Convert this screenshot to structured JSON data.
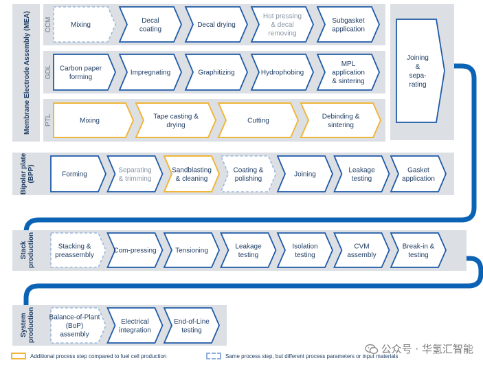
{
  "groups": {
    "mea": "Membrane Electrode Assembly (MEA)",
    "bpp": "Bipolar plate (BPP)",
    "stack": "Stack production",
    "system": "System production"
  },
  "rows": {
    "ccm": {
      "label": "CCM",
      "steps": [
        {
          "text": "Mixing",
          "style": "dashed"
        },
        {
          "text": "Decal coating",
          "style": "normal"
        },
        {
          "text": "Decal drying",
          "style": "normal"
        },
        {
          "text": "Hot pressing & decal removing",
          "style": "dim"
        },
        {
          "text": "Subgasket application",
          "style": "normal"
        }
      ]
    },
    "gdl": {
      "label": "GDL",
      "steps": [
        {
          "text": "Carbon paper forming",
          "style": "normal"
        },
        {
          "text": "Impregnating",
          "style": "normal"
        },
        {
          "text": "Graphitizing",
          "style": "normal"
        },
        {
          "text": "Hydrophobing",
          "style": "normal"
        },
        {
          "text": "MPL application & sintering",
          "style": "normal"
        }
      ]
    },
    "ptl": {
      "label": "PTL",
      "steps": [
        {
          "text": "Mixing",
          "style": "yellow"
        },
        {
          "text": "Tape casting & drying",
          "style": "yellow"
        },
        {
          "text": "Cutting",
          "style": "yellow"
        },
        {
          "text": "Debinding & sintering",
          "style": "yellow"
        }
      ]
    },
    "joining": {
      "text": "Joining & sepa-rating"
    },
    "bpp": {
      "steps": [
        {
          "text": "Forming",
          "style": "normal"
        },
        {
          "text": "Separating & trimming",
          "style": "dim"
        },
        {
          "text": "Sandblasting & cleaning",
          "style": "yellow"
        },
        {
          "text": "Coating & polishing",
          "style": "dashed"
        },
        {
          "text": "Joining",
          "style": "normal"
        },
        {
          "text": "Leakage testing",
          "style": "normal"
        },
        {
          "text": "Gasket application",
          "style": "normal"
        }
      ]
    },
    "stack": {
      "steps": [
        {
          "text": "Stacking & preassembly",
          "style": "dashed"
        },
        {
          "text": "Com-pressing",
          "style": "normal"
        },
        {
          "text": "Tensioning",
          "style": "normal"
        },
        {
          "text": "Leakage testing",
          "style": "normal"
        },
        {
          "text": "Isolation testing",
          "style": "normal"
        },
        {
          "text": "CVM assembly",
          "style": "normal"
        },
        {
          "text": "Break-in & testing",
          "style": "normal"
        }
      ]
    },
    "system": {
      "steps": [
        {
          "text": "Balance-of-Plant (BoP) assembly",
          "style": "dashed"
        },
        {
          "text": "Electrical integration",
          "style": "normal"
        },
        {
          "text": "End-of-Line testing",
          "style": "normal"
        }
      ]
    }
  },
  "legend": {
    "additional": "Additional process step compared to fuel cell production",
    "same": "Same process step, but different process parameters or input materials"
  },
  "watermark": "公众号 · 华氢汇智能",
  "colors": {
    "navy": "#1f3d63",
    "blue": "#1e5aa8",
    "band": "#dcdfe3",
    "yellow": "#f0b63a",
    "flow": "#0b63b6",
    "dim_text": "#8a96a6"
  },
  "icons": {
    "watermark": "wechat-icon"
  }
}
